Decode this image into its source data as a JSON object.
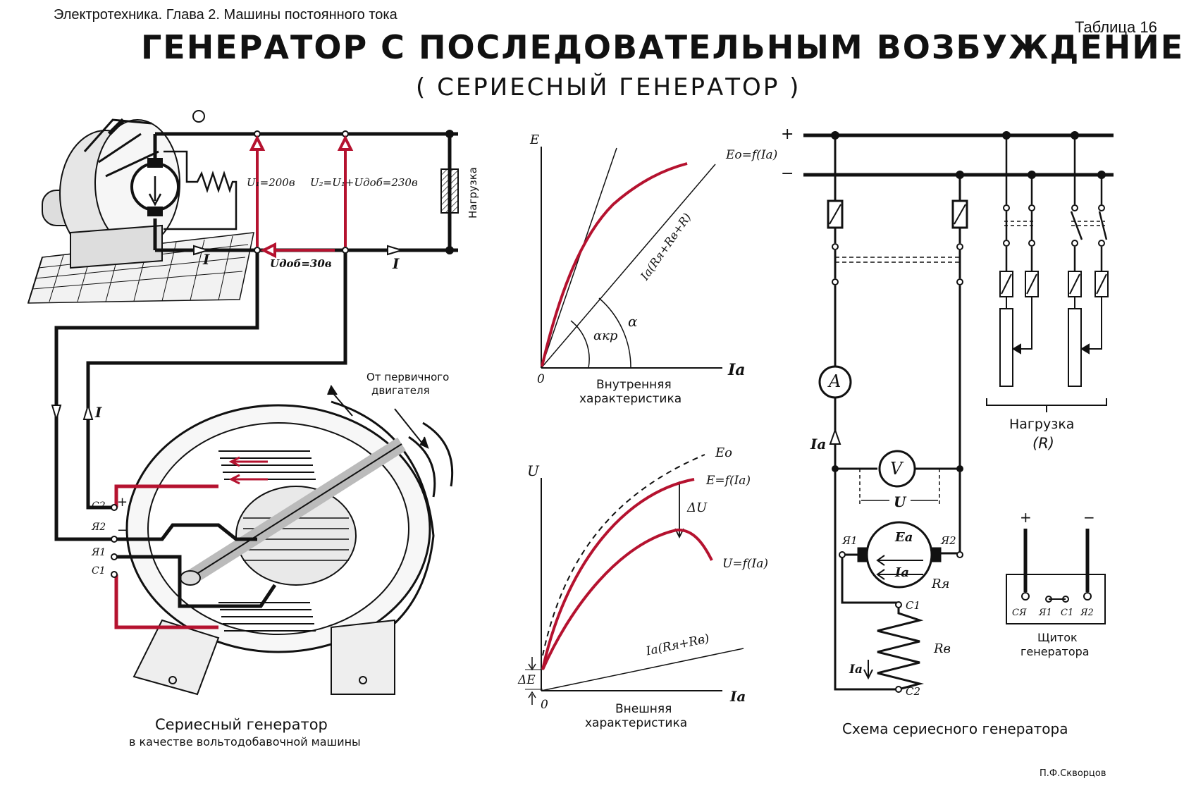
{
  "header": {
    "breadcrumb": "Электротехника.  Глава 2. Машины постоянного тока",
    "table_no": "Таблица 16",
    "title": "ГЕНЕРАТОР С ПОСЛЕДОВАТЕЛЬНЫМ ВОЗБУЖДЕНИЕМ",
    "subtitle": "( СЕРИЕСНЫЙ ГЕНЕРАТОР )"
  },
  "left": {
    "u1": "U₁=200в",
    "u2": "U₂=U₁+Uдоб=230в",
    "udob": "Uдоб=30в",
    "load": "Нагрузка",
    "current1": "I",
    "current2": "I",
    "current3": "I",
    "from_motor_1": "От первичного",
    "from_motor_2": "двигателя",
    "c2": "С2",
    "ya2": "Я2",
    "ya1": "Я1",
    "c1": "С1",
    "plus": "+",
    "minus": "−",
    "caption_1": "Сериесный генератор",
    "caption_2": "в качестве вольтодобавочной машины"
  },
  "chart_internal": {
    "y_axis": "E",
    "x_axis": "Iа",
    "origin": "0",
    "curve_label": "Eо=f(Iа)",
    "line_label": "Iа(Rя+Rв+R)",
    "angle_crit": "αкр",
    "angle": "α",
    "caption_1": "Внутренняя",
    "caption_2": "характеристика"
  },
  "chart_external": {
    "y_axis": "U",
    "x_axis": "Iа",
    "origin": "0",
    "e0": "Eо",
    "e_curve": "E=f(Iа)",
    "u_curve": "U=f(Iа)",
    "du": "ΔU",
    "de": "ΔE",
    "line_label": "Iа(Rя+Rв)",
    "caption_1": "Внешняя",
    "caption_2": "характеристика"
  },
  "right": {
    "plus": "+",
    "minus": "−",
    "ammeter": "A",
    "voltmeter": "V",
    "ia": "Iа",
    "u": "U",
    "ea": "Eа",
    "ia_inner": "Iа",
    "ra": "Rя",
    "rv": "Rв",
    "ya1": "Я1",
    "ya2": "Я2",
    "c1": "С1",
    "c2": "С2",
    "ia_coil": "Iа",
    "load_1": "Нагрузка",
    "load_2": "(R)",
    "panel_labels": [
      "СЯ",
      "Я1",
      "С1",
      "Я2"
    ],
    "panel_plus": "+",
    "panel_minus": "−",
    "panel_caption_1": "Щиток",
    "panel_caption_2": "генератора",
    "caption": "Схема сериесного генератора"
  },
  "footer": {
    "author": "П.Ф.Скворцов"
  },
  "colors": {
    "accent_red": "#b5122f",
    "ink": "#111111"
  }
}
